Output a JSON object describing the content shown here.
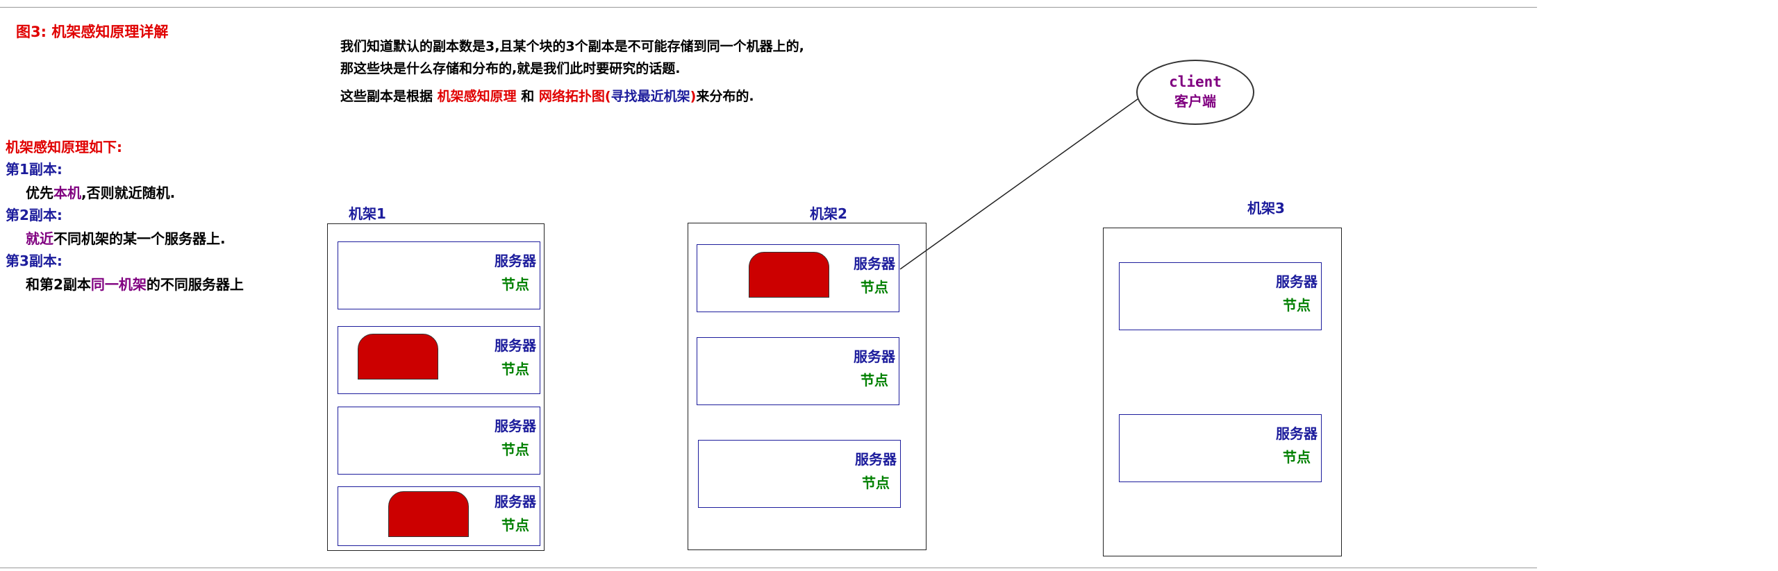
{
  "figure": {
    "caption": "图3: 机架感知原理详解"
  },
  "intro": {
    "line1": "我们知道默认的副本数是3,且某个块的3个副本是不可能存储到同一个机器上的,",
    "line2": "那这些块是什么存储和分布的,就是我们此时要研究的话题.",
    "line3_prefix": "这些副本是根据",
    "line3_hl1": "机架感知原理",
    "line3_and": "和",
    "line3_hl2a": "网络拓扑图(",
    "line3_hl2b": "寻找最近机架",
    "line3_hl2c": ")",
    "line3_suffix": "来分布的."
  },
  "principle": {
    "title": "机架感知原理如下:",
    "r1_label": "第1副本:",
    "r1_a": "优先",
    "r1_b": "本机",
    "r1_c": ",否则就近随机.",
    "r2_label": "第2副本:",
    "r2_a": "就近",
    "r2_b": "不同机架的某一个服务器上.",
    "r3_label": "第3副本:",
    "r3_a": "和第2副本",
    "r3_b": "同一机架",
    "r3_c": "的不同服务器上"
  },
  "node_text": {
    "server": "服务器",
    "node": "节点"
  },
  "racks": [
    {
      "label": "机架1",
      "nodes": [
        {
          "block": false
        },
        {
          "block": true
        },
        {
          "block": false
        },
        {
          "block": true
        }
      ]
    },
    {
      "label": "机架2",
      "nodes": [
        {
          "block": true
        },
        {
          "block": false
        },
        {
          "block": false
        }
      ]
    },
    {
      "label": "机架3",
      "nodes": [
        {
          "block": false
        },
        {
          "block": false
        }
      ]
    }
  ],
  "client": {
    "name": "client",
    "label": "客户端"
  },
  "colors": {
    "highlight_red": "#e00000",
    "blue": "#1c1c9c",
    "purple": "#800080",
    "green": "#008000",
    "block_red": "#cc0000"
  }
}
